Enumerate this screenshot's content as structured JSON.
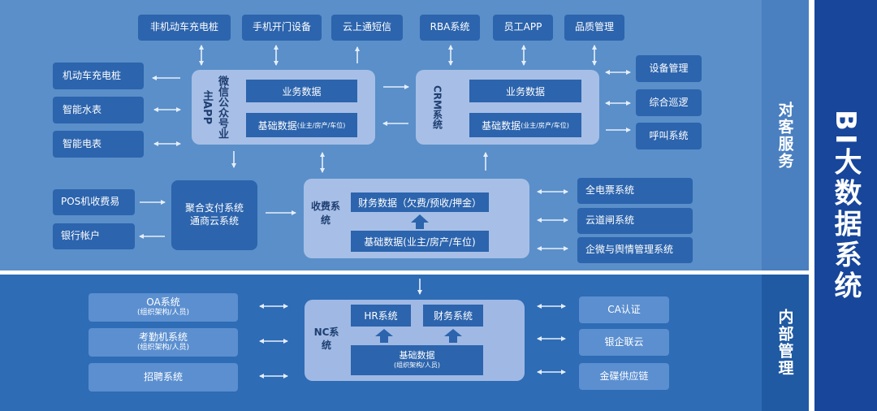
{
  "side": {
    "title": "BI大数据系统",
    "client_service": "对客服务",
    "internal_mgmt": "内部管理"
  },
  "top_row": [
    "非机动车充电桩",
    "手机开门设备",
    "云上通短信",
    "RBA系统",
    "员工APP",
    "品质管理"
  ],
  "left_col": [
    "机动车充电桩",
    "智能水表",
    "智能电表"
  ],
  "right_col": [
    "设备管理",
    "综合巡逻",
    "呼叫系统"
  ],
  "wechat": {
    "label": "微信公众号业主APP",
    "business_data": "业务数据",
    "basic_data": "基础数据",
    "basic_data_sub": "(业主/房产/车位)"
  },
  "crm": {
    "label": "CRM系统",
    "business_data": "业务数据",
    "basic_data": "基础数据",
    "basic_data_sub": "(业主/房产/车位)"
  },
  "payment": {
    "pos": "POS机收费易",
    "bank": "银行帐户",
    "aggregate": "聚合支付系统通商云系统"
  },
  "charging": {
    "label": "收费系统",
    "finance_data": "财务数据（欠费/预收/押金）",
    "basic_data": "基础数据(业主/房产/车位)"
  },
  "charging_right": [
    "全电票系统",
    "云道闸系统",
    "企微与舆情管理系统"
  ],
  "internal_left": [
    {
      "name": "OA系统",
      "sub": "(组织架构/人员)"
    },
    {
      "name": "考勤机系统",
      "sub": "(组织架构/人员)"
    },
    {
      "name": "招聘系统",
      "sub": ""
    }
  ],
  "nc": {
    "label": "NC系统",
    "hr": "HR系统",
    "finance": "财务系统",
    "basic_data": "基础数据",
    "basic_data_sub": "(组织架构/人员)"
  },
  "internal_right": [
    "CA认证",
    "银企联云",
    "金碟供应链"
  ]
}
